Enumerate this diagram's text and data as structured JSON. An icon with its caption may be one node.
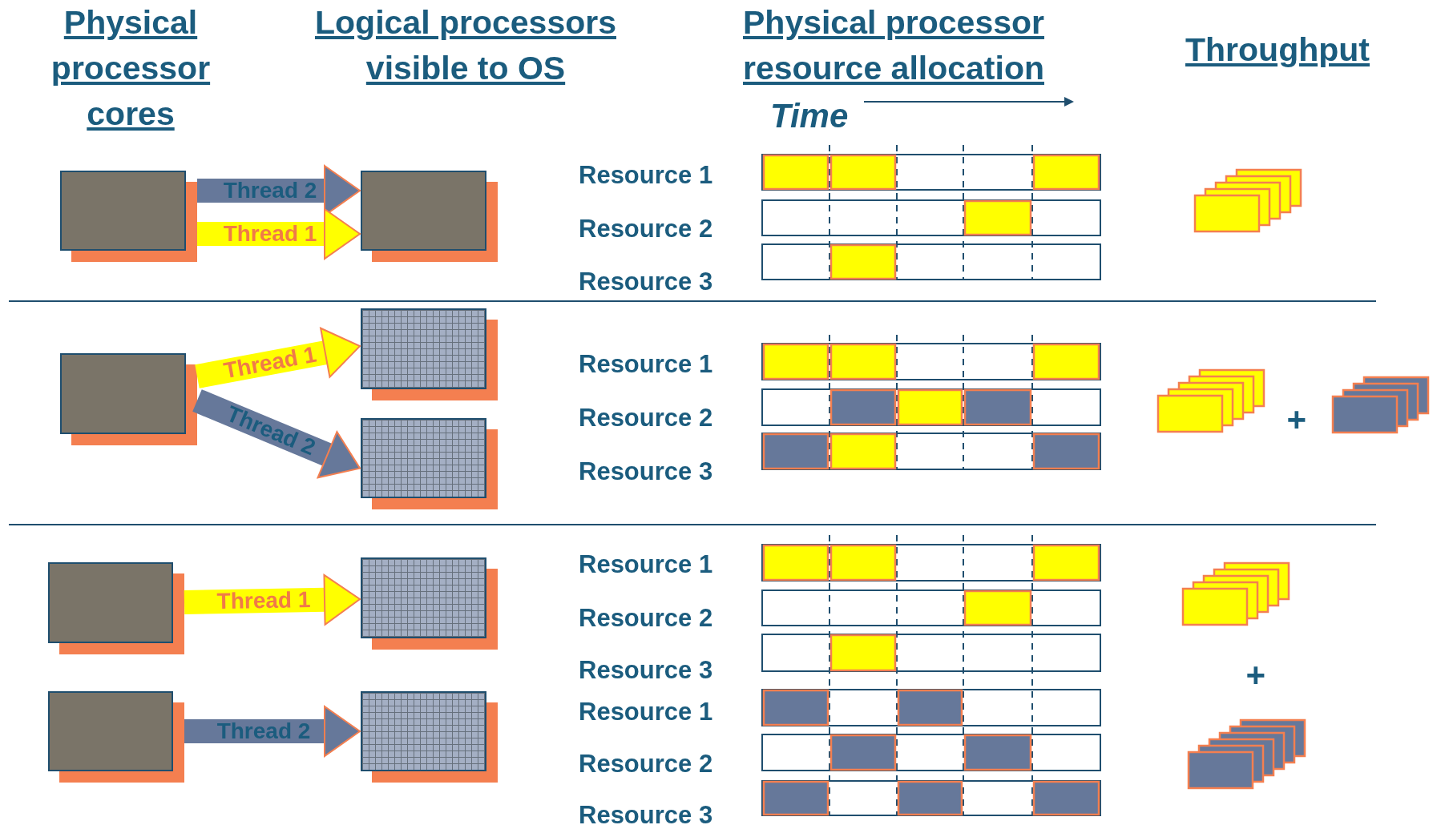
{
  "diagram": {
    "nodes": [
      {
        "text": [],
        "shape": "box"
      },
      {
        "text": [],
        "shape": "box"
      },
      {
        "text": [],
        "shape": "box"
      },
      {
        "text": [],
        "shape": "box"
      },
      {
        "text": [],
        "shape": "box"
      },
      {
        "text": [],
        "shape": "box"
      },
      {
        "text": [],
        "shape": "box"
      },
      {
        "text": [],
        "shape": "box"
      },
      {
        "text": [],
        "shape": "box"
      }
    ],
    "edges": [
      {
        "from": 0,
        "to": 1,
        "arrow": "to",
        "label": "Thread 2",
        "color": "#66789a"
      },
      {
        "from": 0,
        "to": 1,
        "arrow": "to",
        "label": "Thread 1",
        "color": "#ffff00"
      },
      {
        "from": 2,
        "to": 3,
        "arrow": "to",
        "label": "Thread 1",
        "color": "#ffff00"
      },
      {
        "from": 2,
        "to": 4,
        "arrow": "to",
        "label": "Thread 2",
        "color": "#66789a"
      },
      {
        "from": 5,
        "to": 6,
        "arrow": "to",
        "label": "Thread 1",
        "color": "#ffff00"
      },
      {
        "from": 7,
        "to": 8,
        "arrow": "to",
        "label": "Thread 2",
        "color": "#66789a"
      }
    ],
    "labels": [
      "Physical processor cores",
      "Logical processors visible to OS",
      "Physical processor resource allocation",
      "Throughput",
      "Time",
      "Resource 1",
      "Resource 2",
      "Resource 3",
      "Resource 1",
      "Resource 2",
      "+",
      "Resource 3",
      "Resource 1",
      "Resource 2",
      "Resource 3",
      "+",
      "Resource 1",
      "Resource 2",
      "Resource 3"
    ]
  }
}
